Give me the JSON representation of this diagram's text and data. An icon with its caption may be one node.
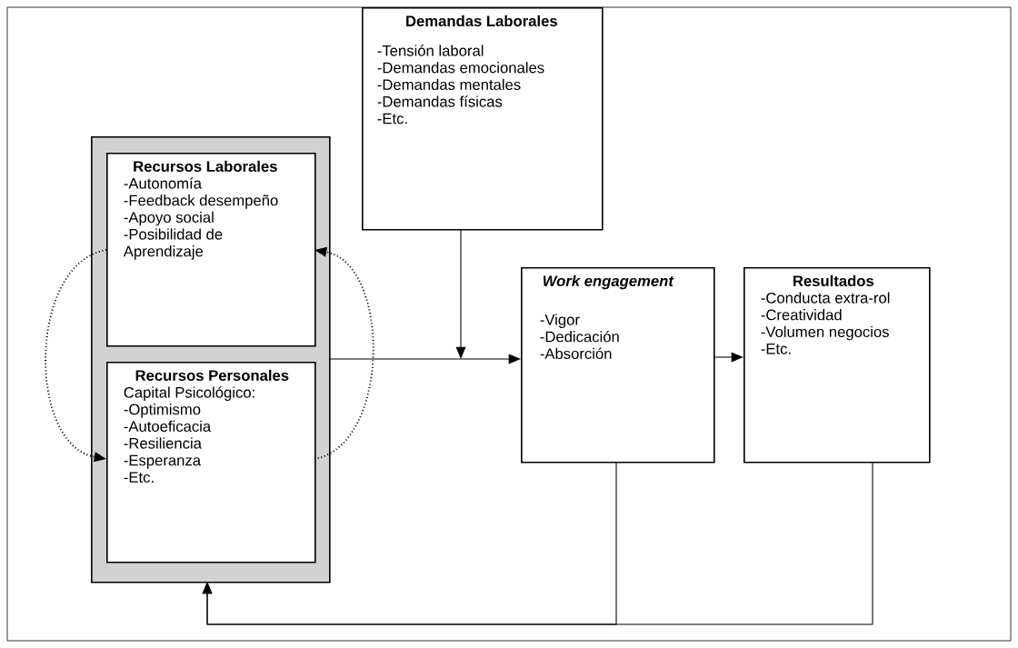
{
  "diagram": {
    "nodes": [
      {
        "text": [],
        "shape": "box"
      },
      {
        "text": [
          "Recursos Laborales",
          "-Autonomía",
          "-Feedback desempeño",
          "-Apoyo social",
          "-Posibilidad de Aprendizaje"
        ],
        "in": 0
      },
      {
        "text": [
          "Recursos Personales",
          "Capital Psicológico:",
          "-Optimismo",
          "-Autoeficacia",
          "-Resiliencia",
          "-Esperanza",
          "-Etc."
        ],
        "in": 0
      },
      {
        "text": [
          "Demandas Laborales",
          "-Tensión laboral",
          "-Demandas emocionales",
          "-Demandas mentales",
          "-Demandas físicas",
          "-Etc."
        ]
      },
      {
        "text": [
          "Work engagement",
          "-Vigor",
          "-Dedicación",
          "-Absorción"
        ]
      },
      {
        "text": [
          "Resultados",
          "-Conducta extra-rol",
          "-Creatividad",
          "-Volumen negocios",
          "-Etc."
        ]
      }
    ],
    "edges": [
      {
        "from": 0,
        "to": 4,
        "arrow": "to"
      },
      {
        "from": 3,
        "to": null,
        "arrow": "to"
      },
      {
        "from": 4,
        "to": 5,
        "arrow": "to"
      },
      {
        "from": 4,
        "to": 0,
        "arrow": "to"
      },
      {
        "from": 5,
        "to": 0,
        "arrow": "to"
      },
      {
        "from": 1,
        "to": 2,
        "arrow": "to",
        "style": "dashed"
      },
      {
        "from": 2,
        "to": 1,
        "arrow": "to",
        "style": "dashed"
      }
    ]
  }
}
